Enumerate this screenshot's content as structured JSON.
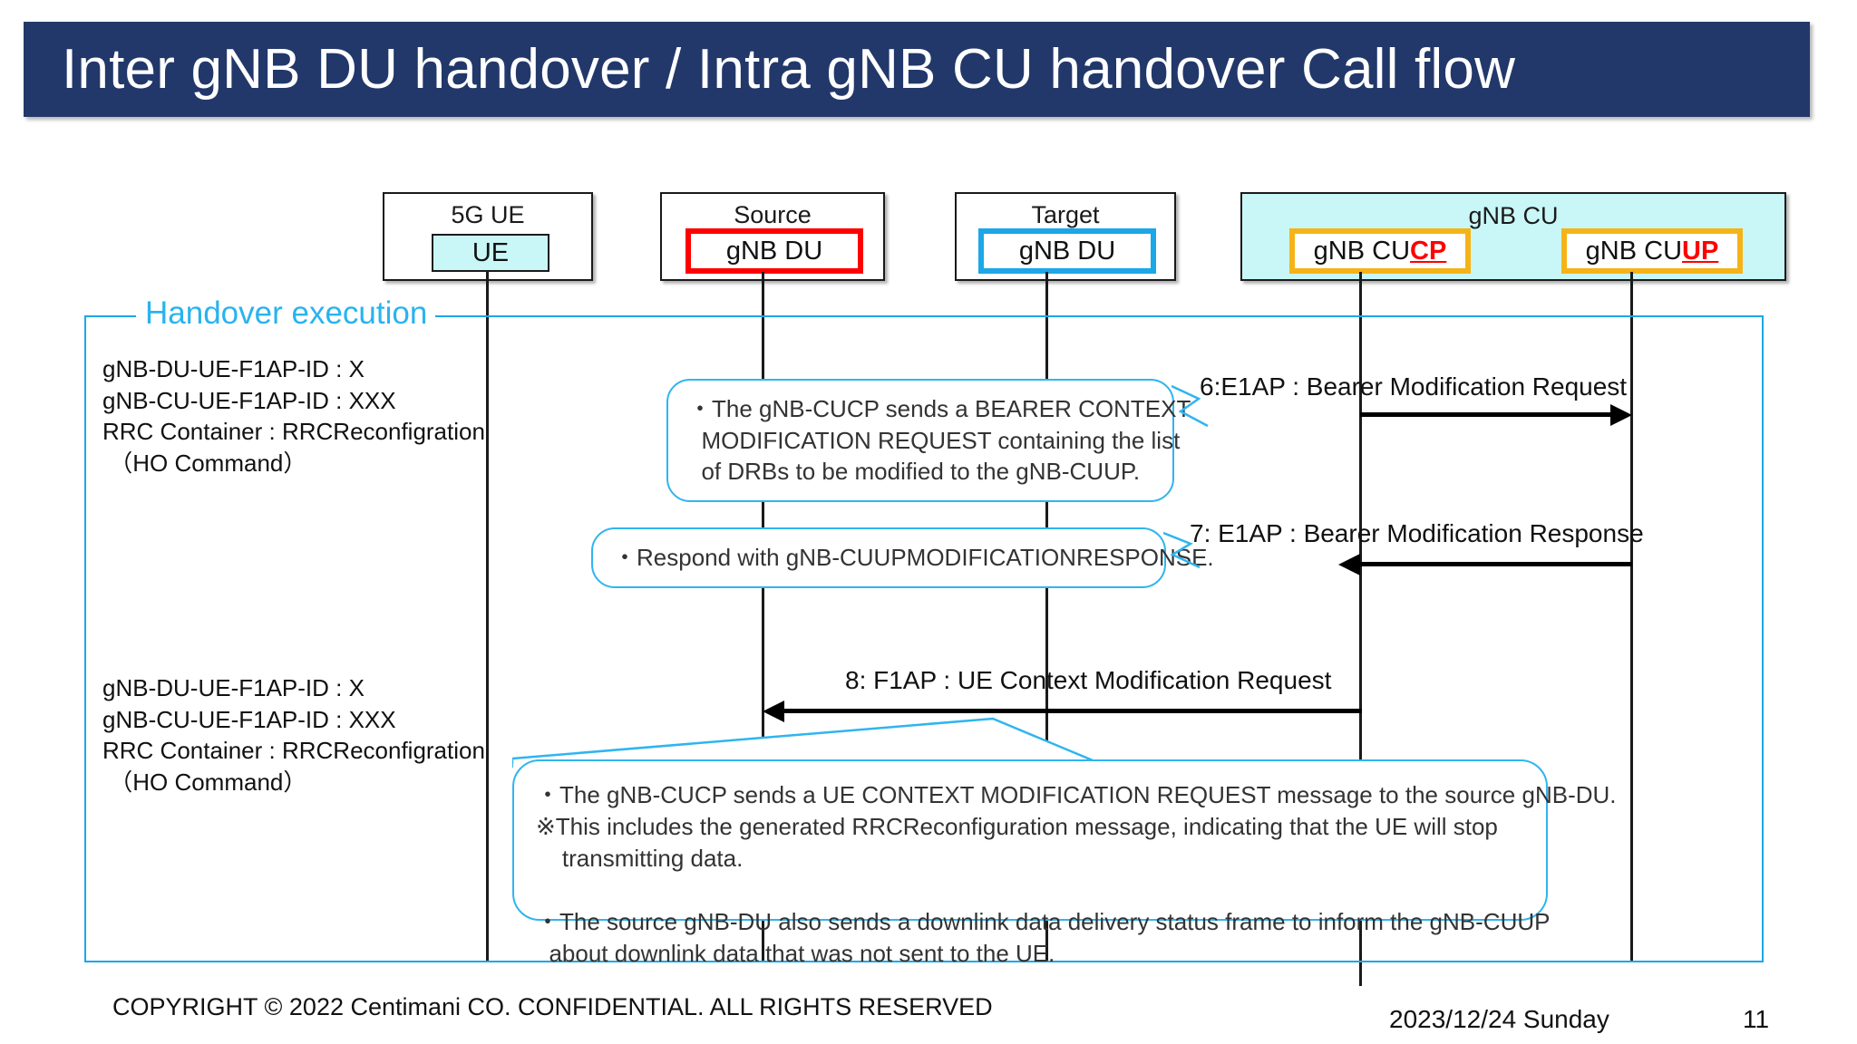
{
  "slide": {
    "title": "Inter gNB DU handover / Intra gNB CU handover Call flow",
    "title_bg": "#22386a",
    "accent_cyan": "#1ba7e8",
    "accent_amber": "#f5b317",
    "accent_red": "#ff0000",
    "cu_fill": "#c9f7f7"
  },
  "nodes": [
    {
      "caption": "5G  UE",
      "inner": "UE",
      "inner_style": "ue"
    },
    {
      "caption": "Source",
      "inner": "gNB DU",
      "inner_style": "red"
    },
    {
      "caption": "Target",
      "inner": "gNB DU",
      "inner_style": "blue"
    }
  ],
  "cu_group": {
    "caption": "gNB CU",
    "members": [
      {
        "prefix": "gNB CU",
        "highlight": "CP"
      },
      {
        "prefix": "gNB CU",
        "highlight": "UP"
      }
    ]
  },
  "frame": {
    "label": "Handover execution"
  },
  "annotations": [
    {
      "lines": "gNB-DU-UE-F1AP-ID : X\ngNB-CU-UE-F1AP-ID : XXX\nRRC Container : RRCReconfigration\n （HO Command）"
    },
    {
      "lines": "gNB-DU-UE-F1AP-ID : X\ngNB-CU-UE-F1AP-ID : XXX\nRRC Container : RRCReconfigration\n （HO Command）"
    }
  ],
  "messages": [
    {
      "label": "6:E1AP : Bearer Modification Request",
      "direction": "right"
    },
    {
      "label": "7: E1AP : Bearer Modification Response",
      "direction": "left"
    },
    {
      "label": "8: F1AP : UE Context Modification Request",
      "direction": "left"
    }
  ],
  "callouts": [
    {
      "text": "・The gNB-CUCP sends a BEARER CONTEXT\n  MODIFICATION REQUEST containing the list\n  of DRBs to be modified to the gNB-CUUP."
    },
    {
      "text": "・Respond with gNB-CUUPMODIFICATIONRESPONSE."
    },
    {
      "text": "・The gNB-CUCP sends a UE CONTEXT MODIFICATION REQUEST message to the source gNB-DU.\n※This includes the generated RRCReconfiguration message, indicating that the UE will stop\n    transmitting data.\n\n・The source gNB-DU also sends a downlink data delivery status frame to inform the gNB-CUUP\n  about downlink data that was not sent to the UE."
    }
  ],
  "footer": {
    "copyright": "COPYRIGHT © 2022 Centimani CO. CONFIDENTIAL. ALL RIGHTS RESERVED",
    "date": "2023/12/24 Sunday",
    "page": "11"
  }
}
